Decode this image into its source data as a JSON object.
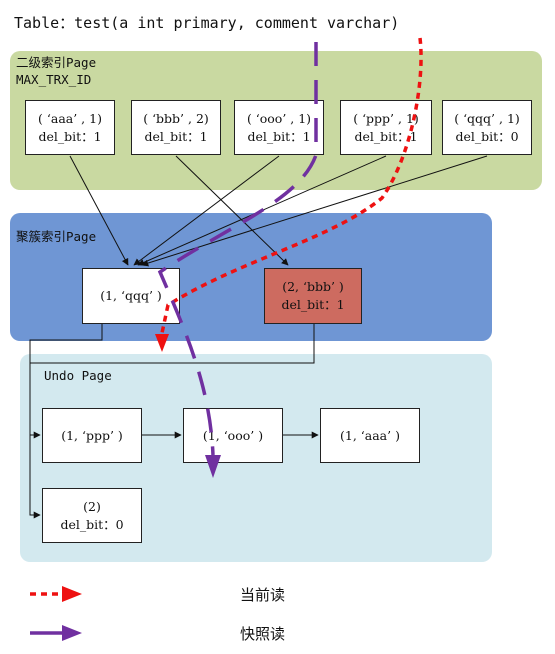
{
  "title": "Table：test(a int primary, comment varchar)",
  "secondary_index": {
    "label_line1": "二级索引Page",
    "label_line2": "MAX_TRX_ID",
    "entries": [
      {
        "key": "( ‘aaa’ , 1)",
        "del": "del_bit：1"
      },
      {
        "key": "( ‘bbb’ , 2)",
        "del": "del_bit：1"
      },
      {
        "key": "( ‘ooo’ , 1)",
        "del": "del_bit：1"
      },
      {
        "key": "( ‘ppp’ , 1)",
        "del": "del_bit：1"
      },
      {
        "key": "( ‘qqq’ , 1)",
        "del": "del_bit：0"
      }
    ]
  },
  "clustered_index": {
    "label": "聚簇索引Page",
    "records": [
      {
        "line1": "(1,  ‘qqq’ )",
        "line2": ""
      },
      {
        "line1": "(2, ‘bbb’ )",
        "line2": "del_bit：1"
      }
    ]
  },
  "undo": {
    "label": "Undo Page",
    "records": [
      {
        "line1": "(1,  ‘ppp’ )",
        "line2": ""
      },
      {
        "line1": "(1,  ‘ooo’ )",
        "line2": ""
      },
      {
        "line1": "(1,  ‘aaa’ )",
        "line2": ""
      },
      {
        "line1": "(2)",
        "line2": "del_bit：0"
      }
    ]
  },
  "legend": {
    "current_read": "当前读",
    "snapshot_read": "快照读"
  },
  "colors": {
    "current_read": "#ee1111",
    "snapshot_read": "#7030a0",
    "deleted_record": "#cd6b60"
  }
}
